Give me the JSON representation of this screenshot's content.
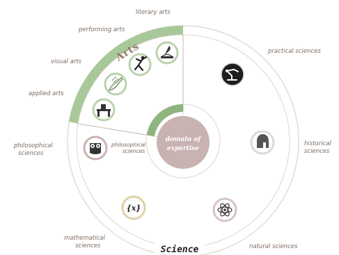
{
  "center": {
    "line1": "domain of",
    "line2": "expertise"
  },
  "arts": {
    "title": "Arts",
    "subfields": [
      {
        "id": "literary-arts",
        "label": "literary arts",
        "icon": "quill-book-icon"
      },
      {
        "id": "performing-arts",
        "label": "performing arts",
        "icon": "dancer-icon"
      },
      {
        "id": "visual-arts",
        "label": "visual arts",
        "icon": "paintbrush-icon"
      },
      {
        "id": "applied-arts",
        "label": "applied arts",
        "icon": "workbench-icon"
      }
    ]
  },
  "science": {
    "title": "Science",
    "subfields": [
      {
        "id": "practical-sciences",
        "label": "practical sciences",
        "icon": "robot-arm-icon"
      },
      {
        "id": "historical-sciences",
        "label": "historical sciences",
        "line1": "historical",
        "line2": "sciences",
        "icon": "helmet-icon"
      },
      {
        "id": "natural-sciences",
        "label": "natural sciences",
        "icon": "atom-icon"
      },
      {
        "id": "mathematical-sciences",
        "label": "mathematical sciences",
        "line1": "mathematical",
        "line2": "sciences",
        "icon": "function-icon",
        "glyph": "{x}"
      },
      {
        "id": "philosophical-sciences",
        "label": "philosophical sciences",
        "line1": "philosophical",
        "line2": "sciences",
        "icon": "owl-icon"
      }
    ],
    "inner_label": {
      "line1": "philosophical",
      "line2": "sciences"
    }
  },
  "colors": {
    "arts_green": "#a9c89a",
    "ring_line": "#d8cfc6",
    "center_fill": "#c9b2b2",
    "label_text": "#7a6a60"
  }
}
